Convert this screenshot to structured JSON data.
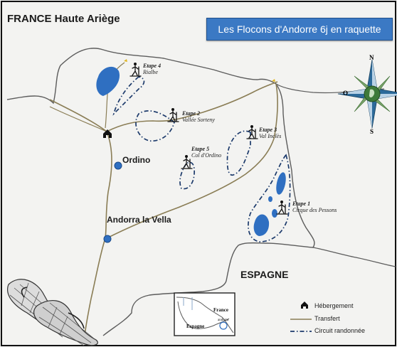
{
  "title": "Les Flocons d'Andorre 6j en raquette",
  "regions": {
    "france": "FRANCE  Haute Ariège",
    "espagne": "ESPAGNE"
  },
  "towns": {
    "ordino": "Ordino",
    "andorra": "Andorra la Vella"
  },
  "stages": [
    {
      "num": "Etape 1",
      "name": "Cirque des Pessons"
    },
    {
      "num": "Etape 2",
      "name": "Vallée Sorteny"
    },
    {
      "num": "Etape 3",
      "name": "Val Inclès"
    },
    {
      "num": "Etape 4",
      "name": "Rialbe"
    },
    {
      "num": "Etape 5",
      "name": "Col d'Ordino"
    }
  ],
  "compass": {
    "n": "N",
    "s": "S",
    "o": "O"
  },
  "legend": {
    "hebergement": "Hébergement",
    "transfert": "Transfert",
    "circuit": "Circuit randonnée"
  },
  "inset": {
    "france": "France",
    "espagne": "Espagne",
    "andorre": "andorra"
  },
  "colors": {
    "title_bg": "#3b79c4",
    "lake": "#2f6fc1",
    "route": "#1c3a6b",
    "road": "#8a7d55",
    "border": "#5c5c5c"
  }
}
